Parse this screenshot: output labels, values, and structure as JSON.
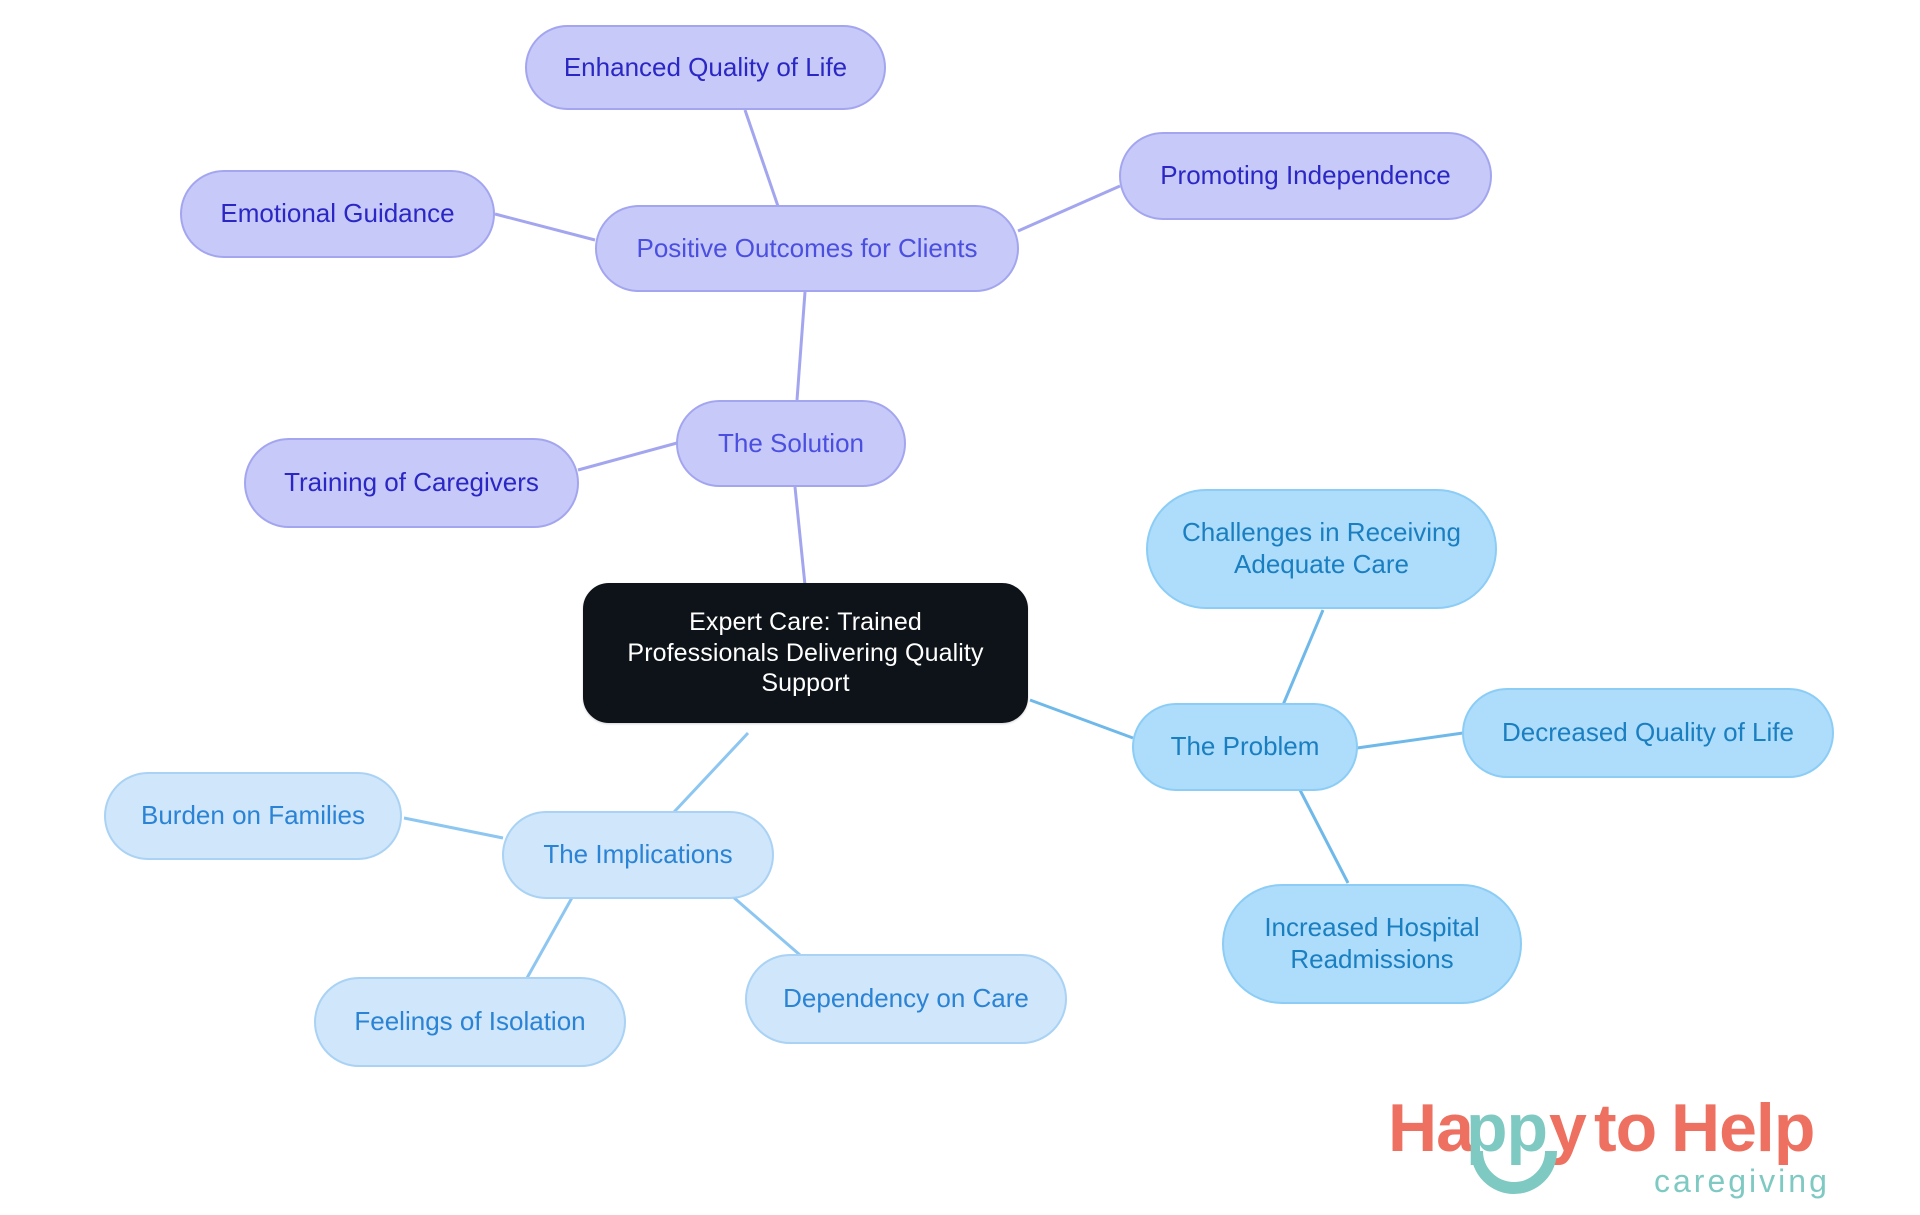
{
  "diagram": {
    "type": "mind-map",
    "background": "#ffffff",
    "palette": {
      "root_fill": "#0e1319",
      "root_text": "#ffffff",
      "purple_fill": "#c7c9f9",
      "purple_border": "#a3a6ef",
      "purple_text": "#2a27c4",
      "purple_branch_text": "#4b4fe0",
      "blue_fill": "#aedcfb",
      "blue_border": "#8ccdf6",
      "blue_text": "#1a7fc1",
      "blue_pale_fill": "#cfe6fb",
      "blue_pale_border": "#a9d2f4",
      "blue_pale_text": "#2a83d4",
      "edge_purple": "#a3a6ef",
      "edge_blue": "#6fb9ea",
      "edge_blue_pale": "#8dc6f1"
    },
    "root": {
      "label": "Expert Care: Trained\nProfessionals Delivering Quality\nSupport"
    },
    "branches": [
      {
        "id": "solution",
        "label": "The Solution",
        "color": "purple",
        "children": [
          {
            "id": "training",
            "label": "Training of Caregivers"
          },
          {
            "id": "positive-outcomes",
            "label": "Positive Outcomes for Clients",
            "children": [
              {
                "id": "enhanced-qol",
                "label": "Enhanced Quality of Life"
              },
              {
                "id": "emotional-guidance",
                "label": "Emotional Guidance"
              },
              {
                "id": "promoting-independence",
                "label": "Promoting Independence"
              }
            ]
          }
        ]
      },
      {
        "id": "problem",
        "label": "The Problem",
        "color": "blue",
        "children": [
          {
            "id": "challenges",
            "label": "Challenges in Receiving\nAdequate Care"
          },
          {
            "id": "decreased-qol",
            "label": "Decreased Quality of Life"
          },
          {
            "id": "readmissions",
            "label": "Increased Hospital\nReadmissions"
          }
        ]
      },
      {
        "id": "implications",
        "label": "The Implications",
        "color": "blue-pale",
        "children": [
          {
            "id": "burden",
            "label": "Burden on Families"
          },
          {
            "id": "isolation",
            "label": "Feelings of Isolation"
          },
          {
            "id": "dependency",
            "label": "Dependency on Care"
          }
        ]
      }
    ]
  },
  "logo": {
    "word_happy": "Happy",
    "word_to": "to",
    "word_help": "Help",
    "tagline": "caregiving",
    "coral": "#ee7060",
    "teal": "#7fc9c3"
  }
}
